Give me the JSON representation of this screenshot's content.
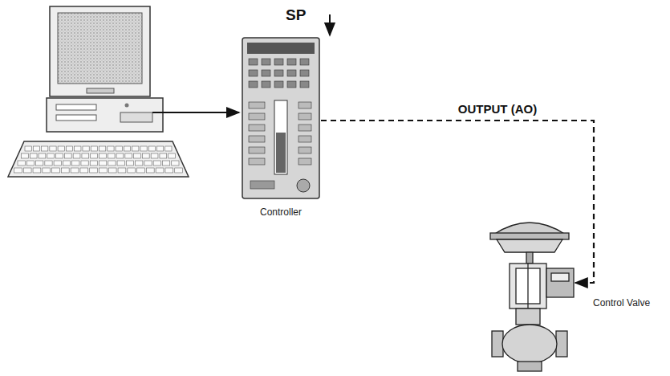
{
  "diagram": {
    "nodes": [
      {
        "text": [
          "Controller"
        ]
      },
      {
        "text": [
          "Control Valve"
        ]
      }
    ],
    "edges": [
      {
        "from": 0,
        "to": 1,
        "label": "OUTPUT (AO)",
        "arrow": "to"
      }
    ],
    "labels": [
      "SP"
    ]
  }
}
